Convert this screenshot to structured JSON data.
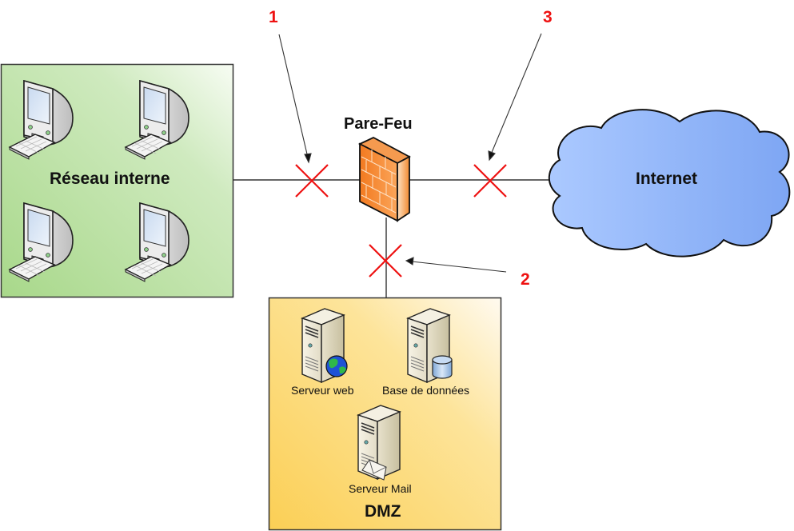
{
  "diagram": {
    "zones": {
      "internal": {
        "title": "Réseau interne",
        "fill_from": "#a8d88a",
        "fill_to": "#f4fbef",
        "workstation_count": 4
      },
      "dmz": {
        "title": "DMZ",
        "fill_from": "#fcd15e",
        "fill_to": "#fff8e6"
      }
    },
    "firewall": {
      "label": "Pare-Feu",
      "color": "#f07d2a"
    },
    "internet": {
      "label": "Internet",
      "fill_from": "#a9c8ff",
      "fill_to": "#7fa8f5"
    },
    "servers": [
      {
        "label": "Serveur web",
        "badge": "globe-icon"
      },
      {
        "label": "Base de données",
        "badge": "database-icon"
      },
      {
        "label": "Serveur Mail",
        "badge": "envelope-icon"
      }
    ],
    "block_markers": [
      {
        "id": "1",
        "link": "internal-to-firewall"
      },
      {
        "id": "2",
        "link": "firewall-to-dmz"
      },
      {
        "id": "3",
        "link": "firewall-to-internet"
      }
    ],
    "colors": {
      "marker": "#ee1111",
      "line": "#333333"
    }
  }
}
